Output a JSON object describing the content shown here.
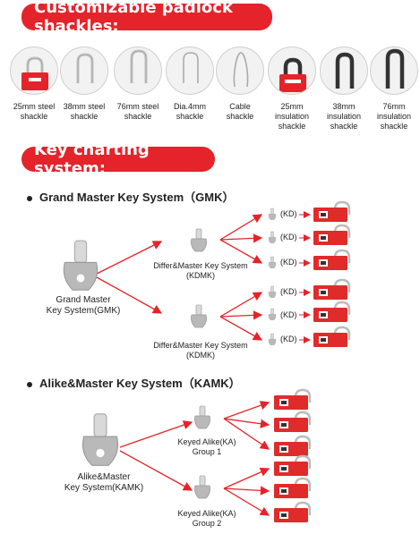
{
  "banner_shackles": "Customizable padlock shackles:",
  "banner_keys": "Key charting system:",
  "shackles": [
    {
      "label": "25mm steel shackle",
      "type": "steel-short"
    },
    {
      "label": "38mm steel shackle",
      "type": "steel-mid"
    },
    {
      "label": "76mm steel shackle",
      "type": "steel-long"
    },
    {
      "label": "Dia.4mm shackle",
      "type": "steel-thin"
    },
    {
      "label": "Cable shackle",
      "type": "cable"
    },
    {
      "label": "25mm insulation shackle",
      "type": "insul-short"
    },
    {
      "label": "38mm insulation shackle",
      "type": "insul-mid"
    },
    {
      "label": "76mm insulation shackle",
      "type": "insul-long"
    }
  ],
  "gmk": {
    "title": "Grand Master Key System（GMK）",
    "master_label_1": "Grand Master",
    "master_label_2": "Key System(GMK)",
    "sub_label_1a": "Differ&Master Key System",
    "sub_label_1b": "(KDMK)",
    "sub_label_2a": "Differ&Master Key System",
    "sub_label_2b": "(KDMK)",
    "kd_label": "(KD)"
  },
  "kamk": {
    "title": "Alike&Master Key System（KAMK）",
    "master_label_1": "Alike&Master",
    "master_label_2": "Key System(KAMK)",
    "group1_a": "Keyed  Alike(KA)",
    "group1_b": "Group 1",
    "group2_a": "Keyed  Alike(KA)",
    "group2_b": "Group 2"
  },
  "colors": {
    "brand_red": "#e5232a",
    "arrow_red": "#e5232a",
    "key_gray": "#b9b9b9",
    "lock_red": "#e02b2b"
  }
}
